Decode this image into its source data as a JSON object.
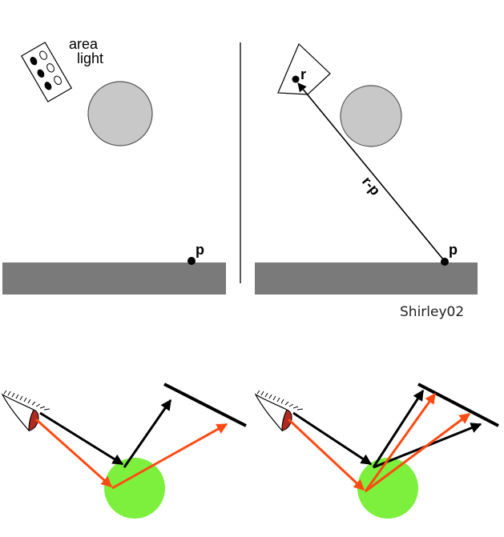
{
  "top_left": {
    "light_label_line1": "area",
    "light_label_line2": "light",
    "point_label": "p"
  },
  "top_right": {
    "light_point_label": "r",
    "vector_label": "r-p",
    "point_label": "p"
  },
  "credit": "Shirley02",
  "colors": {
    "floor": "#7a7a7a",
    "sphere_gray": "#c8c8c8",
    "sphere_green": "#7cf03c",
    "ray_black": "#000000",
    "ray_orange": "#ff4a14",
    "eye_iris": "#b02a20"
  }
}
